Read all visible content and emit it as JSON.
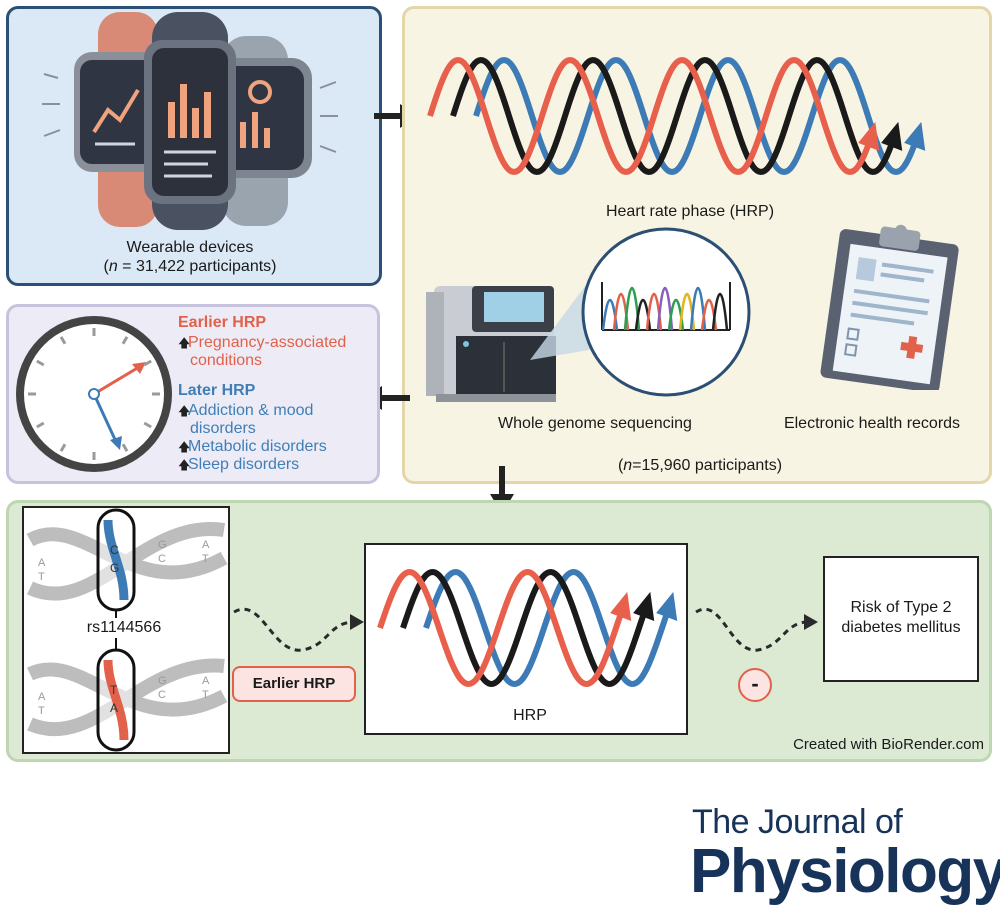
{
  "wearable": {
    "title": "Wearable devices",
    "count_prefix_italic": "n",
    "count_rest": " = 31,422 participants)",
    "count_open": "("
  },
  "hrp": {
    "wave_label": "Heart rate phase (HRP)",
    "wgs_label": "Whole genome sequencing",
    "ehr_label": "Electronic health records",
    "count_open": "(",
    "count_italic": "n",
    "count_rest": "=15,960 participants)"
  },
  "clock": {
    "earlier_heading": "Earlier HRP",
    "earlier_items": [
      "Pregnancy-associated",
      "conditions"
    ],
    "later_heading": "Later HRP",
    "later_items": [
      "Addiction & mood",
      "disorders",
      "Metabolic disorders",
      "Sleep disorders"
    ]
  },
  "mr": {
    "snp_label": "rs1144566",
    "top_bases": [
      "C",
      "G"
    ],
    "bottom_bases": [
      "T",
      "A"
    ],
    "side_bases": [
      "A",
      "T",
      "G",
      "C"
    ],
    "exposure_button": "Earlier HRP",
    "hrp_box_label": "HRP",
    "minus_sign": "-",
    "outcome_line1": "Risk of Type 2",
    "outcome_line2": "diabetes mellitus",
    "credit": "Created with BioRender.com"
  },
  "journal": {
    "line1": "The Journal of",
    "line2": "Physiology"
  },
  "colors": {
    "red_wave": "#e8604c",
    "black_wave": "#1a1a1a",
    "blue_wave": "#3d7bb6",
    "navy_border": "#2c4f75",
    "journal_navy": "#17335a"
  }
}
